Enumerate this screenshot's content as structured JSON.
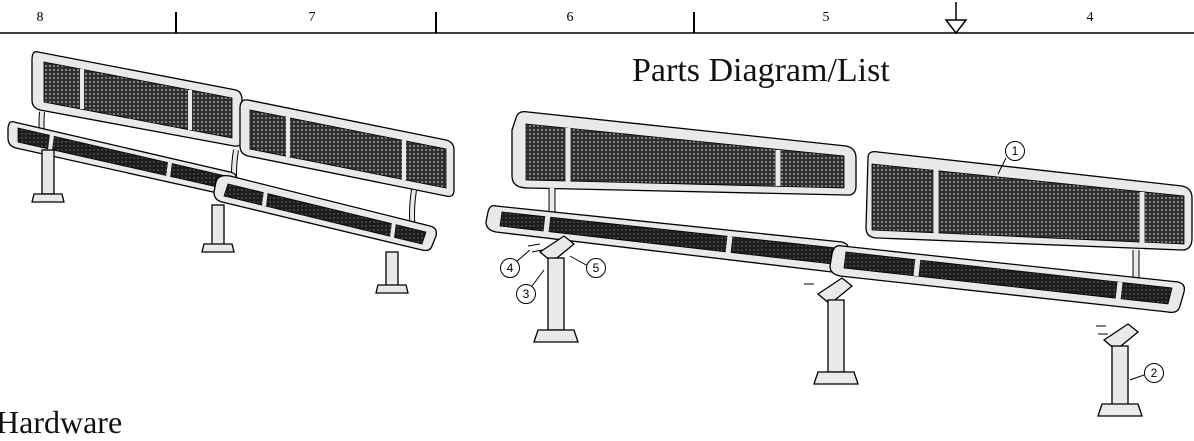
{
  "ruler": {
    "zones": [
      "8",
      "7",
      "6",
      "5",
      "4"
    ]
  },
  "title": "Parts Diagram/List",
  "corner_text": "Hardware",
  "callouts": [
    "1",
    "2",
    "3",
    "4",
    "5"
  ],
  "colors": {
    "line": "#000000",
    "frame_fill": "#e9e9e9",
    "mesh_fill": "#3a3a3a",
    "background": "#ffffff"
  }
}
